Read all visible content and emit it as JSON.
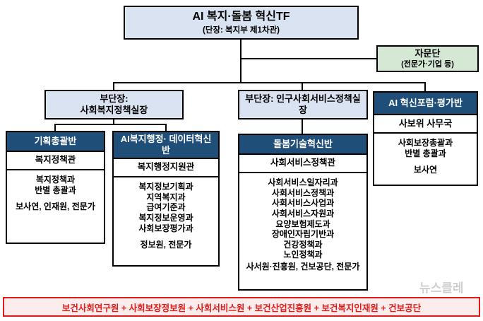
{
  "chart": {
    "root": {
      "title": "AI 복지·돌봄 혁신TF",
      "subtitle": "(단장: 복지부 제1차관)"
    },
    "advisory": {
      "title": "자문단",
      "subtitle": "(전문가·기업 등)"
    },
    "deputy1": {
      "label": [
        "부단장:",
        "사회복지정책실장"
      ]
    },
    "deputy2": {
      "label": "부단장: 인구사회서비스정책실장"
    },
    "forum": {
      "title": "AI 혁신포럼·평가반",
      "office": "사보위 사무국",
      "members": [
        "사회보장총괄과",
        "반별 총괄과"
      ],
      "support": "보사연"
    },
    "team1": {
      "name": "기획총괄반",
      "lead": "복지정책관",
      "members": [
        "복지정책과",
        "반별 총괄과"
      ],
      "support": "보사연, 인재원, 전문가"
    },
    "team2": {
      "name": "AI복지행정· 데이터혁신반",
      "lead": "복지행정지원관",
      "members": [
        "복지정보기획과",
        "지역복지과",
        "급여기준과",
        "복지정보운영과",
        "사회보장평가과"
      ],
      "support": "정보원, 전문가"
    },
    "team3": {
      "name": "돌봄기술혁신반",
      "lead": "사회서비스정책관",
      "members": [
        "사회서비스일자리과",
        "사회서비스정책과",
        "사회서비스사업과",
        "사회서비스자원과",
        "요양보험제도과",
        "장애인자립기반과",
        "건강정책과",
        "노인정책과"
      ],
      "support": "사서원·진흥원, 건보공단, 전문가"
    },
    "footer": "보건사회연구원 + 사회보장정보원 + 사회서비스원 + 보건산업진흥원 + 보건복지인재원 + 건보공단"
  },
  "watermark": "뉴스클레",
  "colors": {
    "dark_blue": "#1f4e79",
    "light_blue": "#dae3f1",
    "green": "#d5e8d4",
    "red": "#e01b1b",
    "red_bg": "#fdecec"
  }
}
